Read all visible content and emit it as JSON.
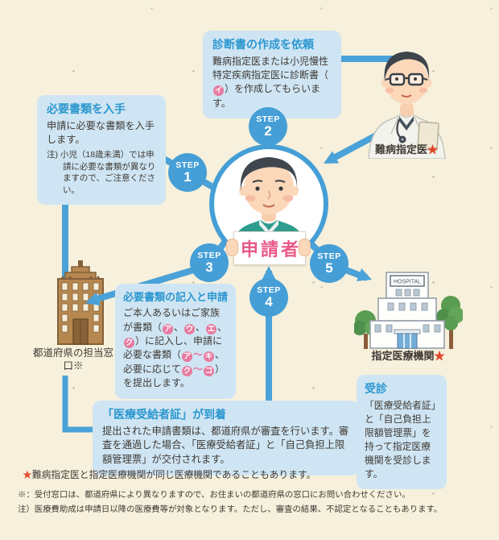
{
  "palette": {
    "bg": "#f6f0dc",
    "box_blue": "#cfe5f3",
    "accent_blue": "#459fd6",
    "title_blue": "#2b97cf",
    "badge_pink": "#e8799f",
    "sign_pink": "#e85a87",
    "star_red": "#e2472b",
    "text": "#3f3a35"
  },
  "steps": [
    {
      "label": "STEP",
      "number": "1"
    },
    {
      "label": "STEP",
      "number": "2"
    },
    {
      "label": "STEP",
      "number": "3"
    },
    {
      "label": "STEP",
      "number": "4"
    },
    {
      "label": "STEP",
      "number": "5"
    }
  ],
  "center": {
    "sign": "申請者"
  },
  "boxes": {
    "step1": {
      "title": "必要書類を入手",
      "body": "申請に必要な書類を入手します。",
      "note": "注) 小児（18歳未満）では申請に必要な書類が異なりますので、ご注意ください。"
    },
    "step2": {
      "title": "診断書の作成を依頼",
      "segments": [
        {
          "t": "難病指定医または小児慢性特定疾病指定医に診断書（"
        },
        {
          "b": "イ"
        },
        {
          "t": "）を作成してもらいます。"
        }
      ]
    },
    "step3": {
      "title": "必要書類の記入と申請",
      "segments": [
        {
          "t": "ご本人あるいはご家族が書類（"
        },
        {
          "b": "ア"
        },
        {
          "t": "、"
        },
        {
          "b": "ウ"
        },
        {
          "t": "、"
        },
        {
          "b": "エ"
        },
        {
          "t": "、"
        },
        {
          "b": "ク"
        },
        {
          "t": "）に記入し、申請に必要な書類（"
        },
        {
          "b": "ア"
        },
        {
          "p": "〜"
        },
        {
          "b": "キ"
        },
        {
          "t": "、必要に応じて"
        },
        {
          "b": "ク"
        },
        {
          "p": "〜"
        },
        {
          "b": "コ"
        },
        {
          "t": "）を提出します。"
        }
      ]
    },
    "step4": {
      "title": "「医療受給者証」が到着",
      "body": "提出された申請書類は、都道府県が審査を行います。審査を通過した場合、「医療受給者証」と「自己負担上限額管理票」が交付されます。"
    },
    "step5": {
      "title": "受診",
      "body": "「医療受給者証」と「自己負担上限額管理票」を持って指定医療機関を受診します。"
    }
  },
  "labels": {
    "doctor": "難病指定医",
    "prefecture": "都道府県の担当窓口※",
    "hospital": "指定医療機関",
    "hospital_sign": "HOSPITAL",
    "star": "★"
  },
  "footnotes": [
    {
      "mark": "★",
      "text": "難病指定医と指定医療機関が同じ医療機関であることもあります。"
    },
    {
      "mark": "※：",
      "text": "受付窓口は、都道府県により異なりますので、お住まいの都道府県の窓口にお問い合わせください。"
    },
    {
      "mark": "注）",
      "text": "医療費助成は申請日以降の医療費等が対象となります。ただし、審査の結果、不認定となることもあります。"
    }
  ]
}
